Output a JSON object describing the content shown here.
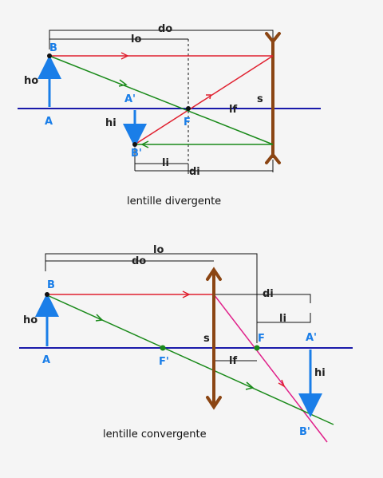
{
  "diagrams": [
    {
      "caption": "lentille divergente",
      "labels": {
        "do": "do",
        "lo": "lo",
        "ho": "ho",
        "hi": "hi",
        "lf": "lf",
        "li": "li",
        "di": "di",
        "s": "s",
        "B": "B",
        "A": "A",
        "A_prime": "A'",
        "B_prime": "B'",
        "F": "F"
      }
    },
    {
      "caption": "lentille convergente",
      "labels": {
        "lo": "lo",
        "do": "do",
        "di": "di",
        "li": "li",
        "ho": "ho",
        "hi": "hi",
        "lf": "lf",
        "s": "s",
        "B": "B",
        "A": "A",
        "A_prime": "A'",
        "B_prime": "B'",
        "F": "F",
        "F_prime": "F'"
      }
    }
  ],
  "colors": {
    "axis": "#1a1aaa",
    "object": "#1a7ee8",
    "ray_red": "#e0202f",
    "ray_green": "#1a8a1a",
    "ray_magenta": "#e0208a",
    "lens": "#8b4513",
    "dim_lines": "#111111"
  }
}
